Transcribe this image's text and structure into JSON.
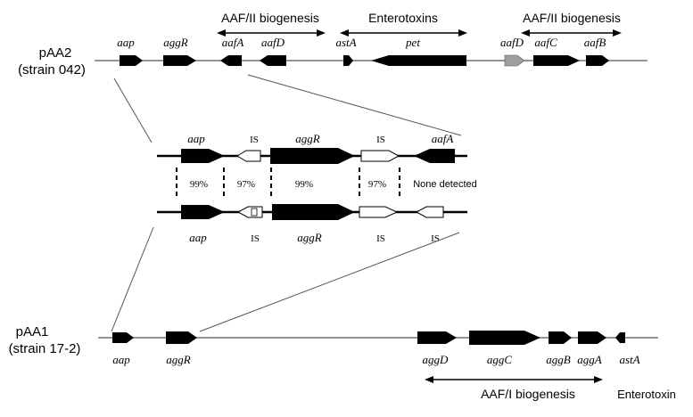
{
  "plasmid_top": {
    "name": "pAA2",
    "strain": "(strain 042)"
  },
  "plasmid_bottom": {
    "name": "pAA1",
    "strain": "(strain 17-2)"
  },
  "top_genes": [
    {
      "id": "aap",
      "label": "aap",
      "fill": "#000000"
    },
    {
      "id": "aggR",
      "label": "aggR",
      "fill": "#000000"
    },
    {
      "id": "aafA",
      "label": "aafA",
      "fill": "#000000"
    },
    {
      "id": "aafD",
      "label": "aafD",
      "fill": "#000000"
    },
    {
      "id": "astA",
      "label": "astA",
      "fill": "#000000"
    },
    {
      "id": "pet",
      "label": "pet",
      "fill": "#000000"
    },
    {
      "id": "aafD2",
      "label": "aafD",
      "fill": "#9e9e9e"
    },
    {
      "id": "aafC",
      "label": "aafC",
      "fill": "#000000"
    },
    {
      "id": "aafB",
      "label": "aafB",
      "fill": "#000000"
    }
  ],
  "top_regions": [
    {
      "id": "aaf-left",
      "label": "AAF/II biogenesis"
    },
    {
      "id": "enterotoxins",
      "label": "Enterotoxins"
    },
    {
      "id": "aaf-right",
      "label": "AAF/II biogenesis"
    }
  ],
  "detail_upper_labels": {
    "aap": "aap",
    "is1": "IS",
    "aggR": "aggR",
    "is2": "IS",
    "aafA": "aafA"
  },
  "detail_lower_labels": {
    "aap": "aap",
    "is1": "IS",
    "aggR": "aggR",
    "is2": "IS",
    "is3": "IS"
  },
  "identity": [
    {
      "id": "aap",
      "value": "99%"
    },
    {
      "id": "is1",
      "value": "97%"
    },
    {
      "id": "aggR",
      "value": "99%"
    },
    {
      "id": "is2",
      "value": "97%"
    },
    {
      "id": "aafA",
      "value": "None detected"
    }
  ],
  "bottom_genes": [
    {
      "id": "aap",
      "label": "aap"
    },
    {
      "id": "aggR",
      "label": "aggR"
    },
    {
      "id": "aggD",
      "label": "aggD"
    },
    {
      "id": "aggC",
      "label": "aggC"
    },
    {
      "id": "aggB",
      "label": "aggB"
    },
    {
      "id": "aggA",
      "label": "aggA"
    },
    {
      "id": "astA",
      "label": "astA"
    }
  ],
  "bottom_regions": [
    {
      "id": "aaf1",
      "label": "AAF/I biogenesis"
    },
    {
      "id": "enterotoxin",
      "label": "Enterotoxin"
    }
  ],
  "colors": {
    "line": "#555555",
    "black": "#000000",
    "grey_gene": "#9e9e9e",
    "is_fill": "#ffffff"
  }
}
